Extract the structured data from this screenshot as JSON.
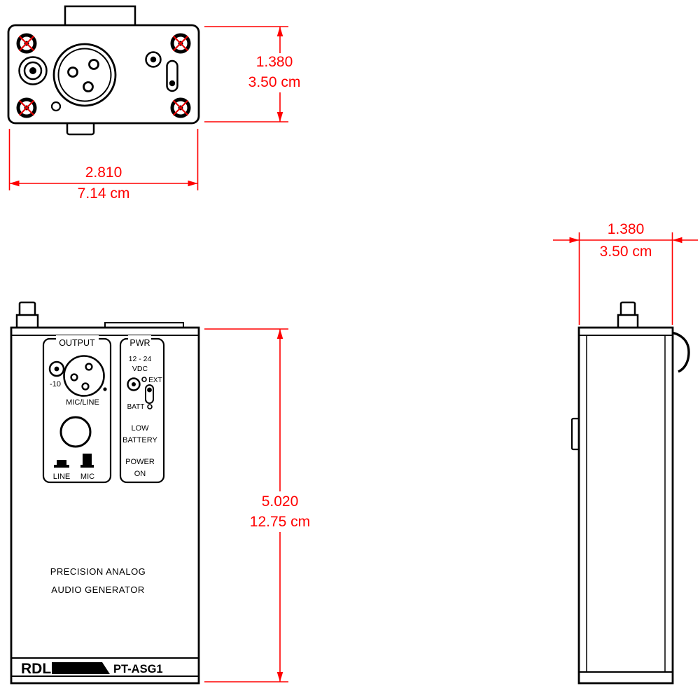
{
  "drawing": {
    "product": "RDL PT-ASG1",
    "views": {
      "top": {
        "height_in": "1.380",
        "height_cm": "3.50 cm",
        "width_in": "2.810",
        "width_cm": "7.14 cm"
      },
      "front": {
        "height_in": "5.020",
        "height_cm": "12.75 cm"
      },
      "side": {
        "width_in": "1.380",
        "width_cm": "3.50 cm"
      }
    },
    "front_panel": {
      "output": "OUTPUT",
      "pad": "-10",
      "mic_line": "MIC/LINE",
      "line": "LINE",
      "mic": "MIC",
      "pwr": "PWR",
      "vdc_1": "12 - 24",
      "vdc_2": "VDC",
      "ext": "EXT",
      "batt": "BATT",
      "low_1": "LOW",
      "low_2": "BATTERY",
      "pow_1": "POWER",
      "pow_2": "ON",
      "name_1": "PRECISION ANALOG",
      "name_2": "AUDIO GENERATOR",
      "brand": "RDL",
      "model": "PT-ASG1"
    },
    "colors": {
      "dimension": "#ff0000",
      "outline": "#000000",
      "background": "#ffffff"
    }
  }
}
